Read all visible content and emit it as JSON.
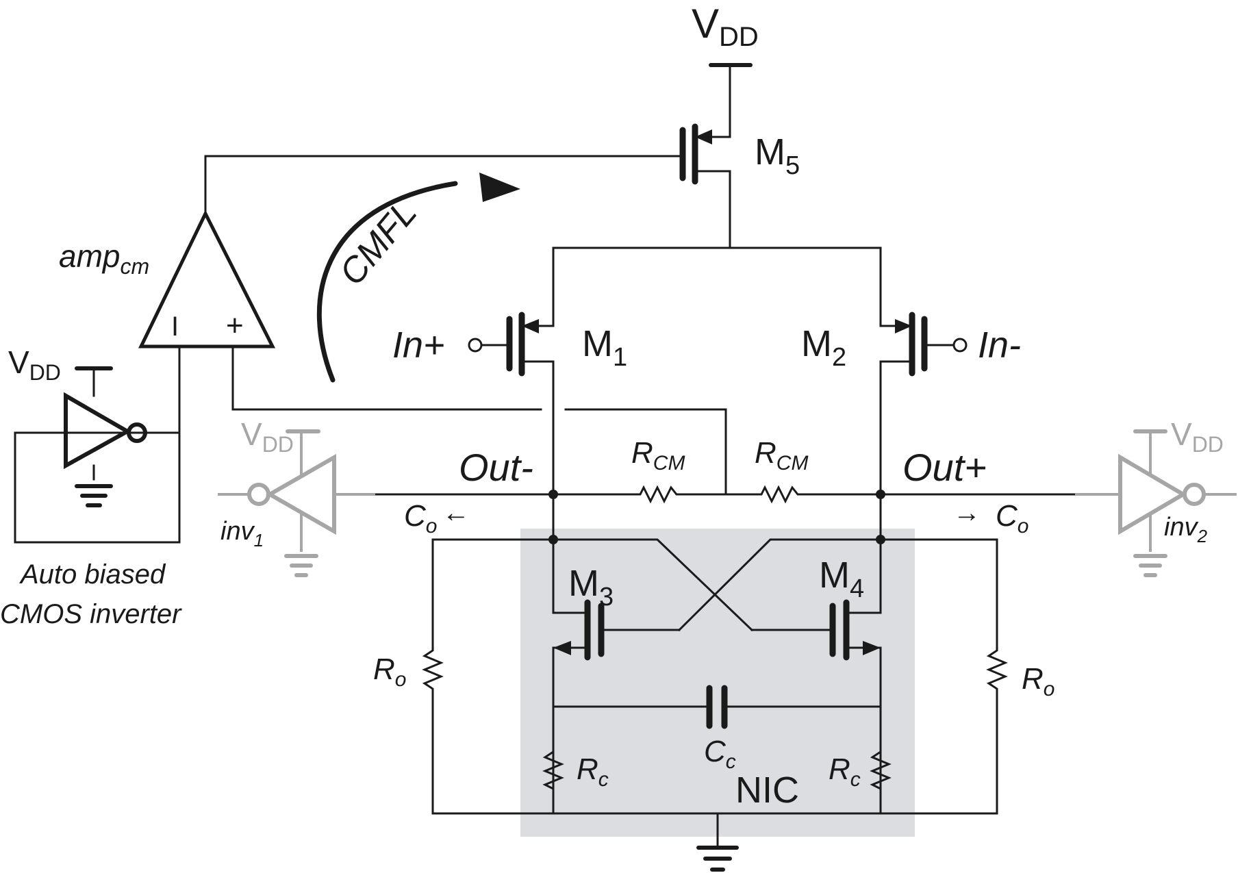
{
  "labels": {
    "vdd_main": "V",
    "vdd_sub": "DD",
    "m5": "M",
    "m5_sub": "5",
    "m1": "M",
    "m1_sub": "1",
    "m2": "M",
    "m2_sub": "2",
    "m3": "M",
    "m3_sub": "3",
    "m4": "M",
    "m4_sub": "4",
    "amp": "amp",
    "amp_sub": "cm",
    "amp_minus": "I",
    "amp_plus": "+",
    "cmfl": "CMFL",
    "in_plus": "In+",
    "in_minus": "In-",
    "out_minus": "Out-",
    "out_plus": "Out+",
    "rcm": "R",
    "rcm_sub": "CM",
    "co": "C",
    "co_sub": "o",
    "arrow_left": "←",
    "arrow_right": "→",
    "ro": "R",
    "ro_sub": "o",
    "rc": "R",
    "rc_sub": "c",
    "cc": "C",
    "cc_sub": "c",
    "nic": "NIC",
    "inv1": "inv",
    "inv1_sub": "1",
    "inv2": "inv",
    "inv2_sub": "2",
    "vdd_left": "V",
    "vdd_left_sub": "DD",
    "vdd_inv1": "V",
    "vdd_inv1_sub": "DD",
    "vdd_inv2": "V",
    "vdd_inv2_sub": "DD",
    "auto_biased_line1": "Auto biased",
    "auto_biased_line2": "CMOS inverter"
  },
  "colors": {
    "wire": "#1a1a1a",
    "ghost": "#a6a6a6",
    "nic_box": "#dcdde0"
  }
}
